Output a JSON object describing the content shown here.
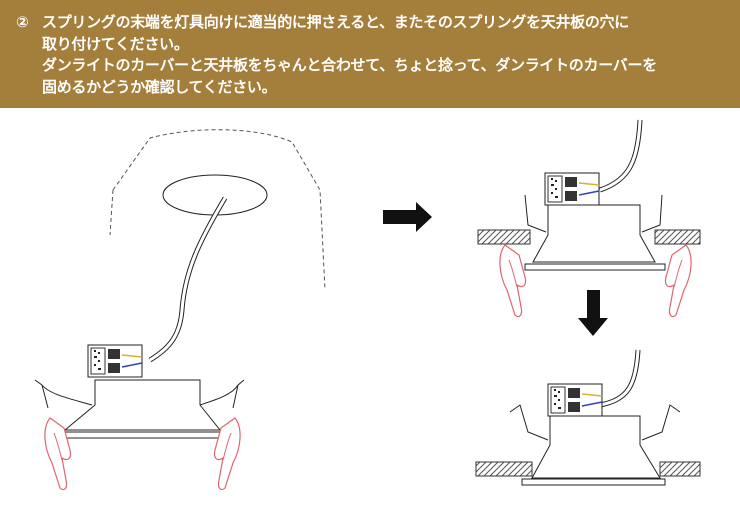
{
  "step": {
    "number": "②",
    "lines": [
      "スプリングの末端を灯具向けに適当的に押さえると、またそのスプリングを天井板の穴に",
      "取り付けてください。",
      "ダンライトのカーバーと天井板をちゃんと合わせて、ちょと捻って、ダンライトのカーバーを",
      "固めるかどうか確認してください。"
    ]
  },
  "colors": {
    "header_bg": "#A47E3B",
    "hand": "#E0646E",
    "arrow": "#111111",
    "wire_blue": "#3340C0",
    "wire_yellow": "#D8B030"
  }
}
